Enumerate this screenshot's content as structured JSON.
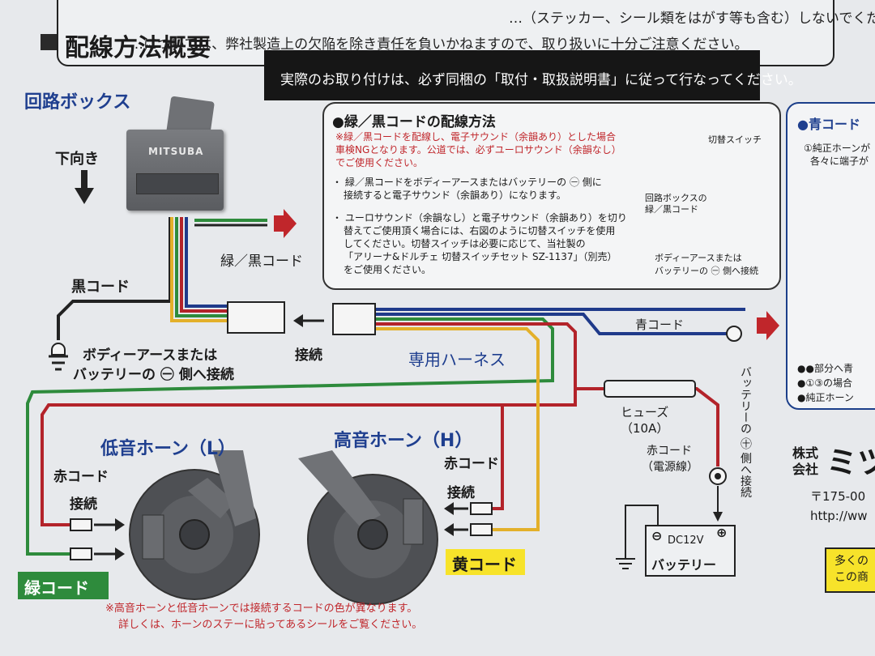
{
  "top_notice": {
    "line1": "…（ステッカー、シール類をはがす等も含む）しないでください。",
    "line2": "…については、弊社製造上の欠陥を除き責任を負いかねますので、取り扱いに十分ご注意ください。"
  },
  "section": {
    "title": "配線方法概要",
    "notice1": "実際のお取り付けは、必ず同梱の「取付・取扱説明書」に従って行なってください。"
  },
  "left": {
    "circuit_box": "回路ボックス",
    "brand": "MITSUBA",
    "downward": "下向き",
    "green_black_cord": "緑／黒コード",
    "black_cord": "黒コード",
    "ground_label_1": "ボディーアースまたは",
    "ground_label_2": "バッテリーの ㊀ 側へ接続",
    "connect": "接続",
    "harness": "専用ハーネス",
    "blue_cord": "青コード"
  },
  "method": {
    "title": "●緑／黒コードの配線方法",
    "warn1": "※緑／黒コードを配線し、電子サウンド（余韻あり）とした場合",
    "warn2": "車検NGとなります。公道では、必ずユーロサウンド（余韻なし）",
    "warn3": "でご使用ください。",
    "b1_1": "・ 緑／黒コードをボディーアースまたはバッテリーの ㊀ 側に",
    "b1_2": "接続すると電子サウンド（余韻あり）になります。",
    "b2_1": "・ ユーロサウンド（余韻なし）と電子サウンド（余韻あり）を切り",
    "b2_2": "替えてご使用頂く場合には、右図のように切替スイッチを使用",
    "b2_3": "してください。切替スイッチは必要に応じて、当社製の",
    "b2_4": "「アリーナ&ドルチェ 切替スイッチセット SZ-1137」（別売）",
    "b2_5": "をご使用ください。",
    "switch_label": "切替スイッチ",
    "box_cord_1": "回路ボックスの",
    "box_cord_2": "緑／黒コード",
    "ground_1": "ボディーアースまたは",
    "ground_2": "バッテリーの ㊀ 側へ接続"
  },
  "blue_section": {
    "title": "●青コード",
    "line1": "①純正ホーンが",
    "line2": "各々に端子が",
    "foot1": "●●部分へ青",
    "foot2": "●①③の場合",
    "foot3": "●純正ホーン"
  },
  "horns": {
    "low": "低音ホーン（L）",
    "high": "高音ホーン（H）",
    "red_cord_left": "赤コード",
    "connect_left": "接続",
    "red_cord_right": "赤コード",
    "connect_right": "接続",
    "green_cord": "緑コード",
    "yellow_cord": "黄コード"
  },
  "power": {
    "fuse": "ヒューズ",
    "fuse_rating": "（10A）",
    "red_cord": "赤コード",
    "power_line": "（電源線）",
    "battery_plus": "バッテリーの ㊉ 側へ接続",
    "battery_label": "バッテリー",
    "dc": "DC12V",
    "minus": "⊖",
    "plus": "⊕"
  },
  "company": {
    "kabushiki": "株式",
    "kaisha": "会社",
    "name": "ミツ",
    "zip": "〒175-00",
    "url": "http://ww",
    "promo1": "多くの",
    "promo2": "この商"
  },
  "footnote": {
    "line1": "※高音ホーンと低音ホーンでは接続するコードの色が異なります。",
    "line2": "詳しくは、ホーンのステーに貼ってあるシールをご覧ください。"
  },
  "colors": {
    "green": "#2e8b3c",
    "red": "#b3232a",
    "blue": "#1f3a8a",
    "yellow": "#e3b02a",
    "black": "#222222",
    "arrow_red": "#c0262b"
  }
}
